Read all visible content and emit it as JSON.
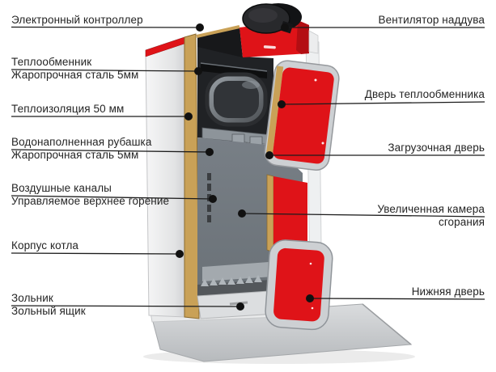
{
  "diagram": {
    "subject": "boiler-cutaway",
    "labels_left": [
      {
        "id": "electronic-controller",
        "line1": "Электронный контроллер"
      },
      {
        "id": "heat-exchanger",
        "line1": "Теплообменник",
        "line2": "Жаропрочная сталь 5мм"
      },
      {
        "id": "thermal-insulation",
        "line1": "Теплоизоляция 50 мм"
      },
      {
        "id": "water-jacket",
        "line1": "Водонаполненная рубашка",
        "line2": "Жаропрочная сталь 5мм"
      },
      {
        "id": "air-channels",
        "line1": "Воздушные каналы",
        "line2": "Управляемое верхнее горение"
      },
      {
        "id": "boiler-body",
        "line1": "Корпус котла"
      },
      {
        "id": "ash-pan",
        "line1": "Зольник",
        "line2": "Зольный ящик"
      }
    ],
    "labels_right": [
      {
        "id": "blower-fan",
        "line1": "Вентилятор наддува"
      },
      {
        "id": "heat-exchanger-door",
        "line1": "Дверь теплообменника"
      },
      {
        "id": "loading-door",
        "line1": "Загрузочная дверь"
      },
      {
        "id": "enlarged-combustion-chamber",
        "line1": "Увеличенная камера",
        "line2": "сгорания"
      },
      {
        "id": "lower-door",
        "line1": "Нижняя дверь"
      }
    ]
  },
  "colors": {
    "accent_red": "#df1318",
    "accent_red_dark": "#b30e13",
    "insulation_tan": "#c9a157",
    "leader_line": "#1c1c1c",
    "text": "#242424",
    "background": "#ffffff"
  }
}
